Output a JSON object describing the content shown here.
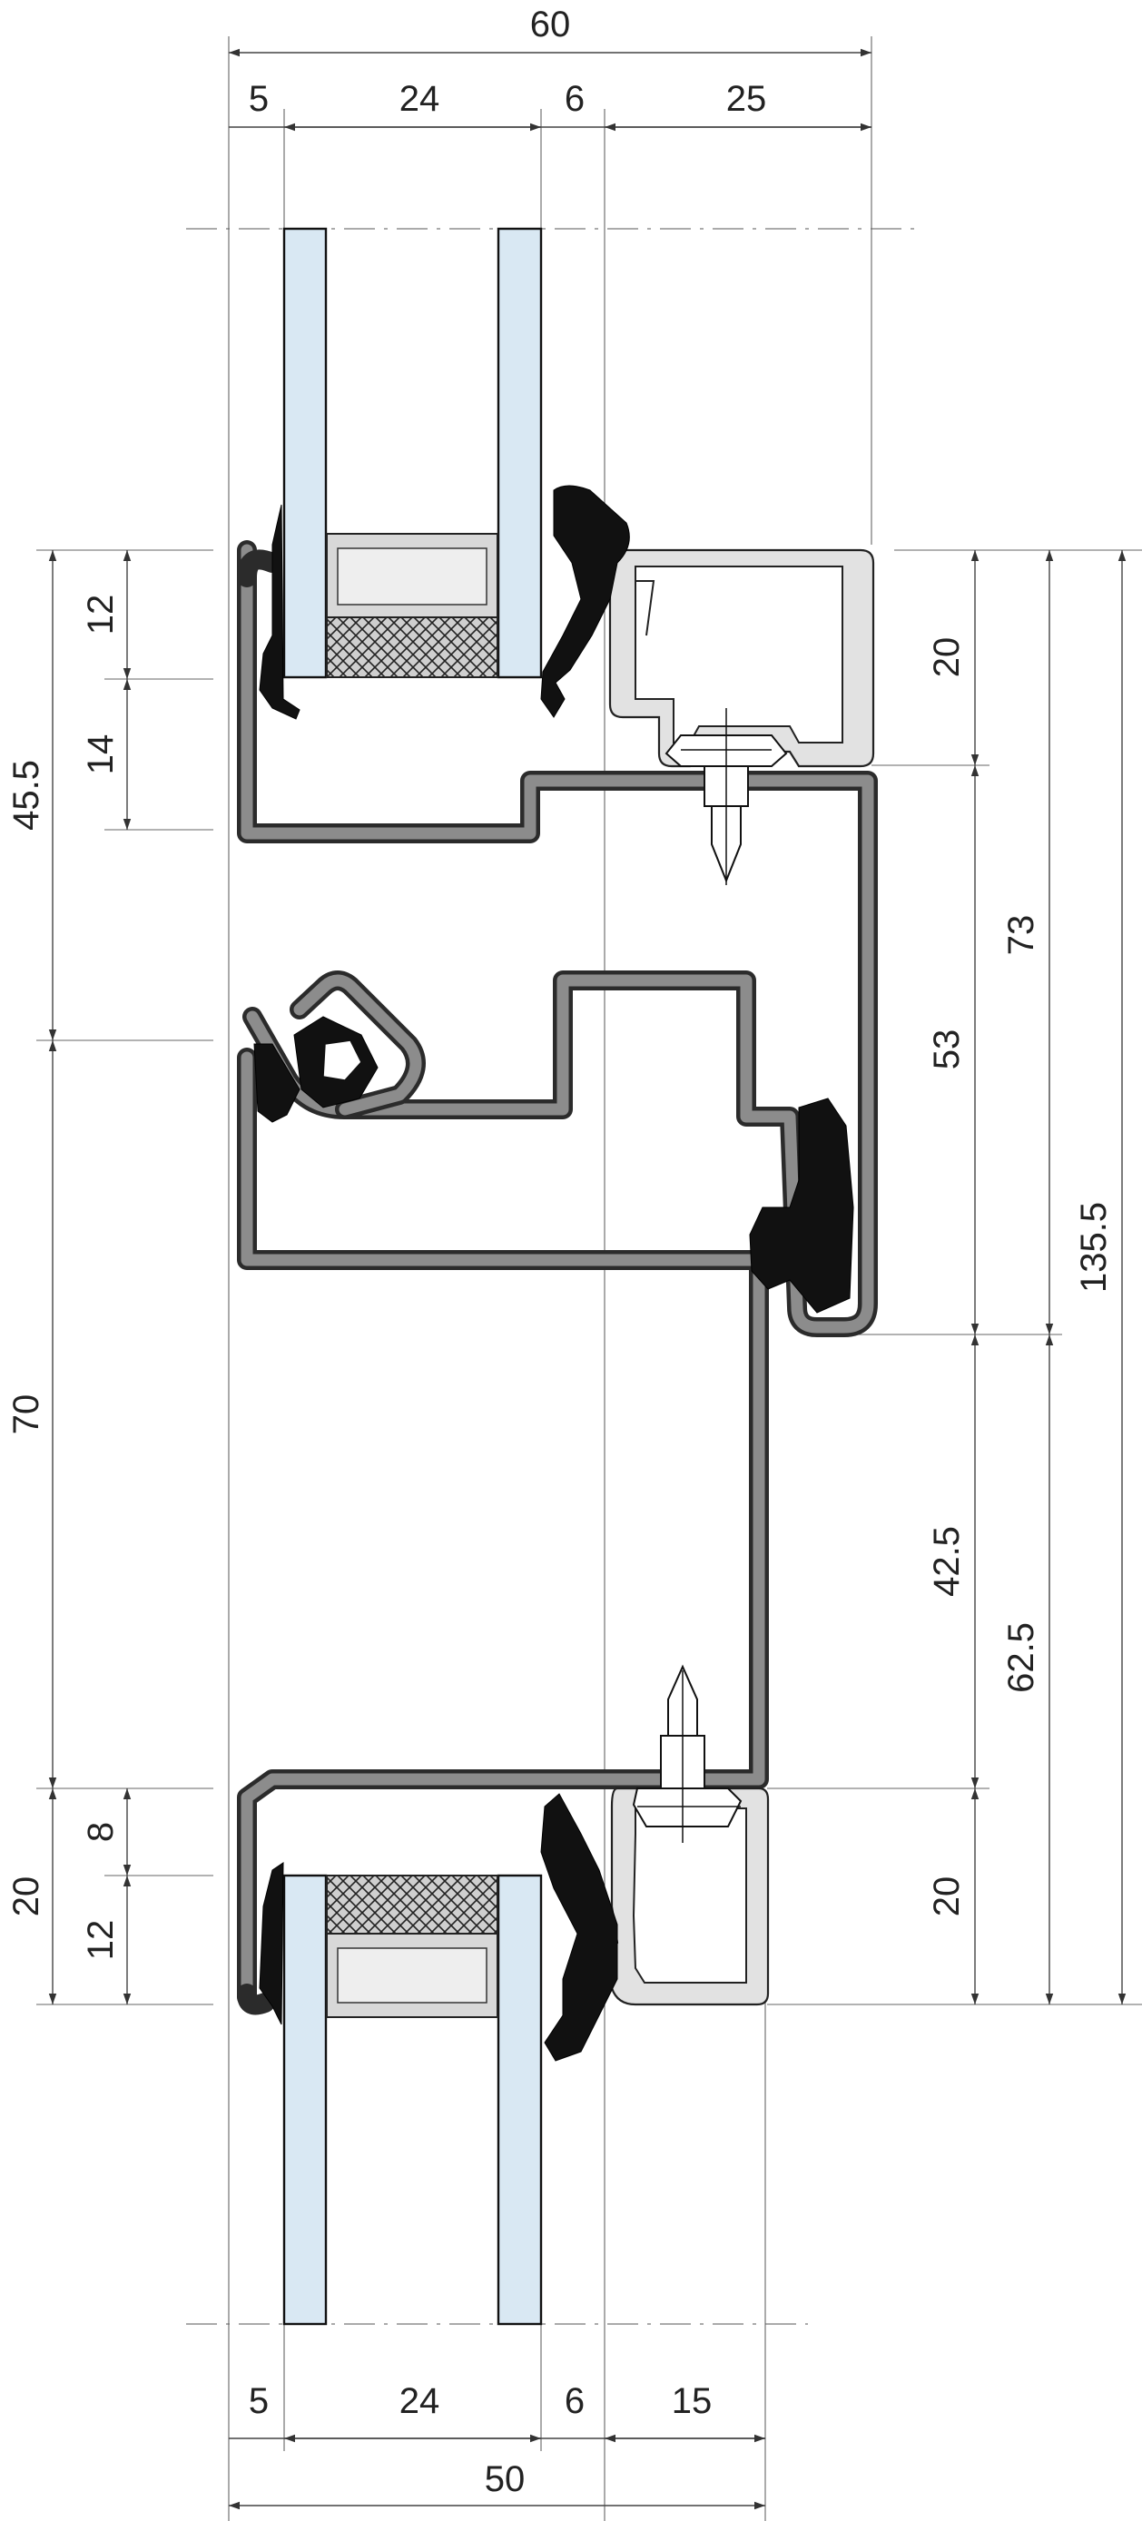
{
  "diagram": {
    "top_dimensions": {
      "total": "60",
      "segments": [
        "5",
        "24",
        "6",
        "25"
      ]
    },
    "bottom_dimensions": {
      "total": "50",
      "segments": [
        "5",
        "24",
        "6",
        "15"
      ]
    },
    "left_dimensions": {
      "outer": [
        "45.5",
        "70",
        "20"
      ],
      "inner_top": [
        "12",
        "14"
      ],
      "inner_bottom": [
        "8",
        "12"
      ]
    },
    "right_dimensions": {
      "col1": [
        "20",
        "53",
        "42.5",
        "20"
      ],
      "col2": [
        "73",
        "62.5"
      ],
      "col3": [
        "135.5"
      ]
    },
    "colors": {
      "glass": "#d9e8f3",
      "frame_profile": "#2b2b2b",
      "frame_inner": "#8c8c8c",
      "glazing_bead": "#e2e2e2",
      "gasket": "#111111"
    }
  }
}
